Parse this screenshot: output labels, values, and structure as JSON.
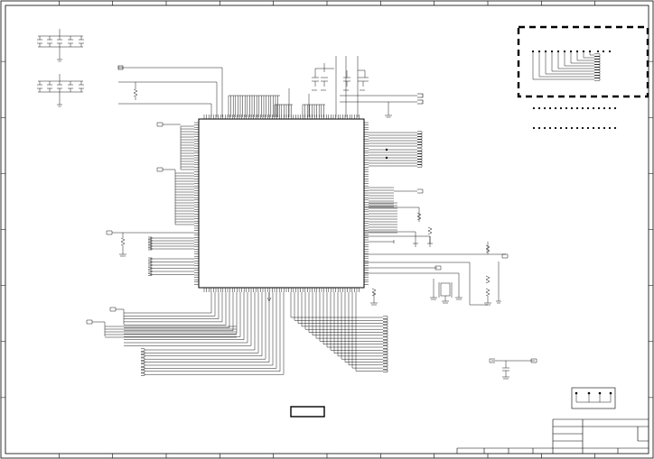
{
  "sheet": {
    "title": "",
    "zones": {
      "columns": 12,
      "rows": 8
    }
  },
  "components": {
    "main_ic": {
      "pins_per_side_approx": 40
    },
    "header_connector": {
      "pins": 4
    },
    "dashed_block": {
      "label": ""
    },
    "rect_label": {
      "text": ""
    }
  },
  "title_block": {
    "title": "",
    "drawing_number": "",
    "revision": "",
    "sheet": ""
  }
}
